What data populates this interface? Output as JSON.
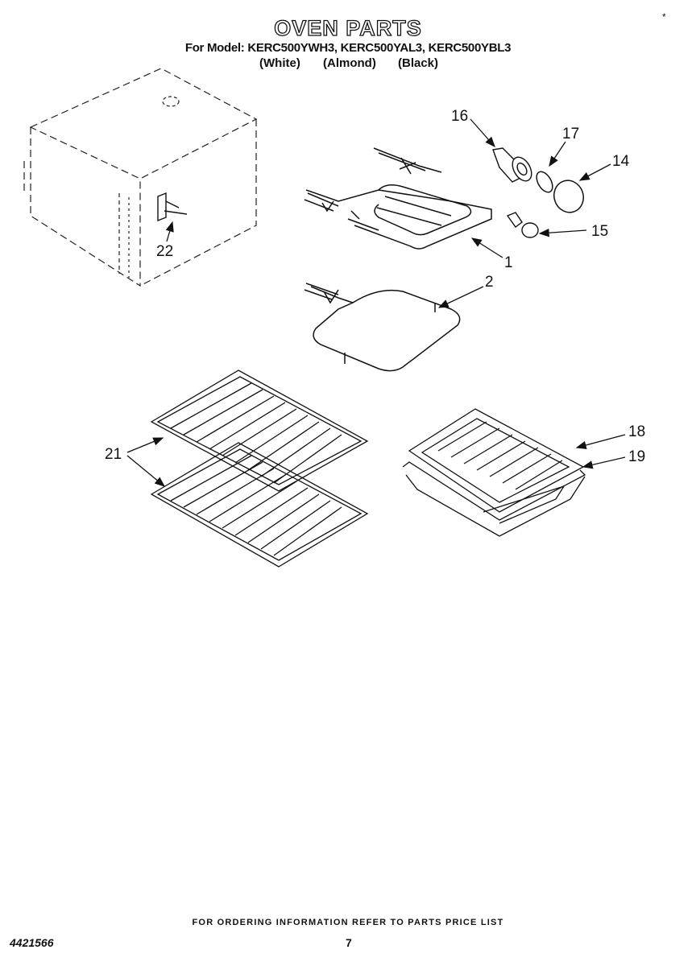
{
  "header": {
    "title": "OVEN PARTS",
    "models_line": "For Model: KERC500YWH3, KERC500YAL3, KERC500YBL3",
    "variants": [
      "(White)",
      "(Almond)",
      "(Black)"
    ],
    "corner_mark": "*"
  },
  "callouts": {
    "c1": "1",
    "c2": "2",
    "c14": "14",
    "c15": "15",
    "c16": "16",
    "c17": "17",
    "c18": "18",
    "c19": "19",
    "c21": "21",
    "c22": "22"
  },
  "footer": {
    "ordering_note": "FOR ORDERING INFORMATION REFER TO PARTS PRICE LIST",
    "doc_number": "4421566",
    "page_number": "7"
  }
}
